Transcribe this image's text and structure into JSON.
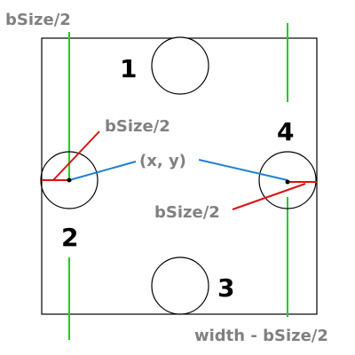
{
  "labels": {
    "top_left": "bSize/2",
    "inner_left": "bSize/2",
    "center": "(x, y)",
    "inner_right": "bSize/2",
    "bottom_right": "width - bSize/2"
  },
  "ball_numbers": {
    "one": "1",
    "two": "2",
    "three": "3",
    "four": "4"
  },
  "colors": {
    "guide_green": "#22cc22",
    "radius_red": "#dd1111",
    "position_blue": "#1f7fd6",
    "label_gray": "#808080",
    "outline_black": "#000000"
  }
}
